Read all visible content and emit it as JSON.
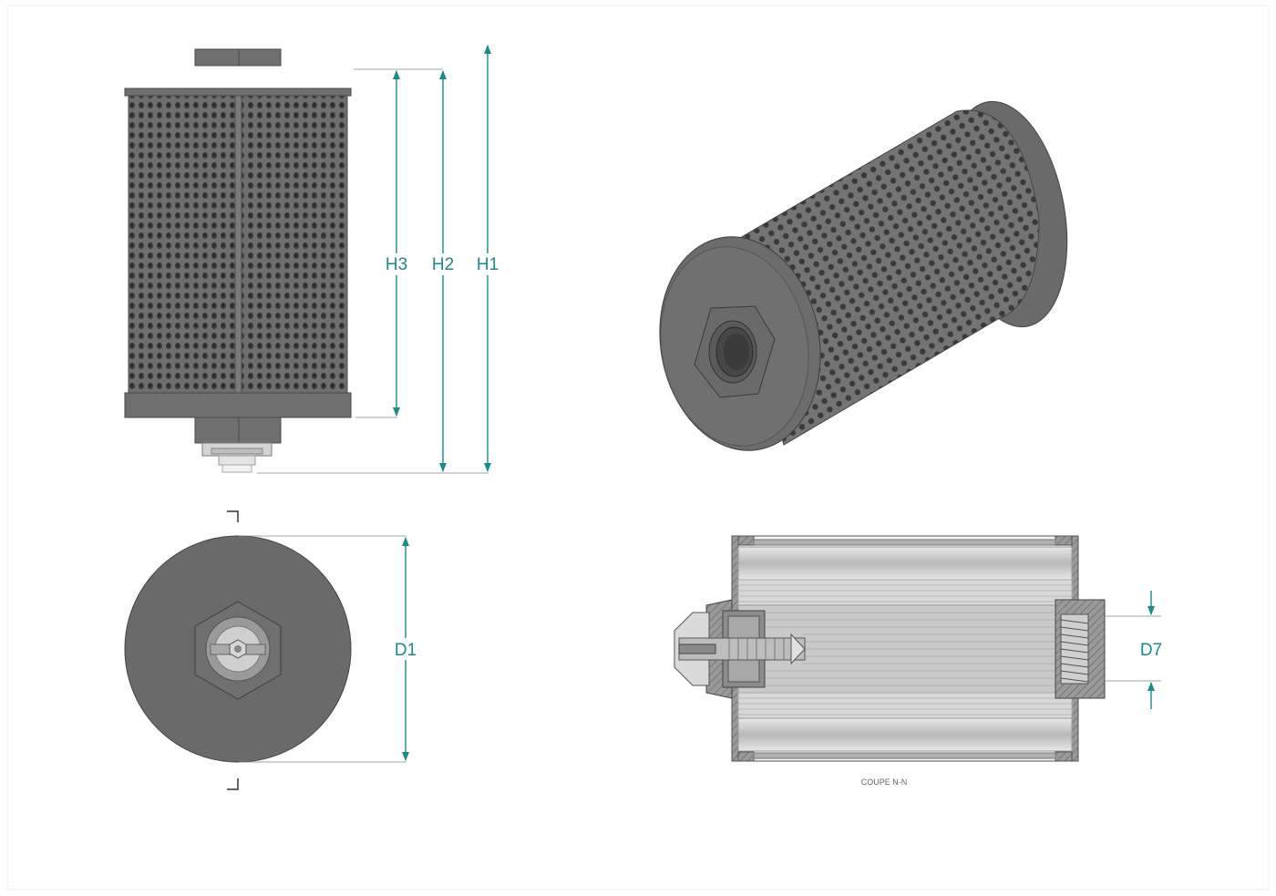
{
  "dimensions": {
    "h1": "H1",
    "h2": "H2",
    "h3": "H3",
    "d1": "D1",
    "d7": "D7"
  },
  "section_caption": "COUPE N-N",
  "colors": {
    "dimension_accent": "#1a8a8a",
    "body_gray": "#6b6b6b",
    "dark_gray": "#555555",
    "light_gray": "#c8c8c8",
    "extension_line": "#888888"
  },
  "views": [
    "front-elevation",
    "isometric",
    "top-view",
    "section-view"
  ]
}
